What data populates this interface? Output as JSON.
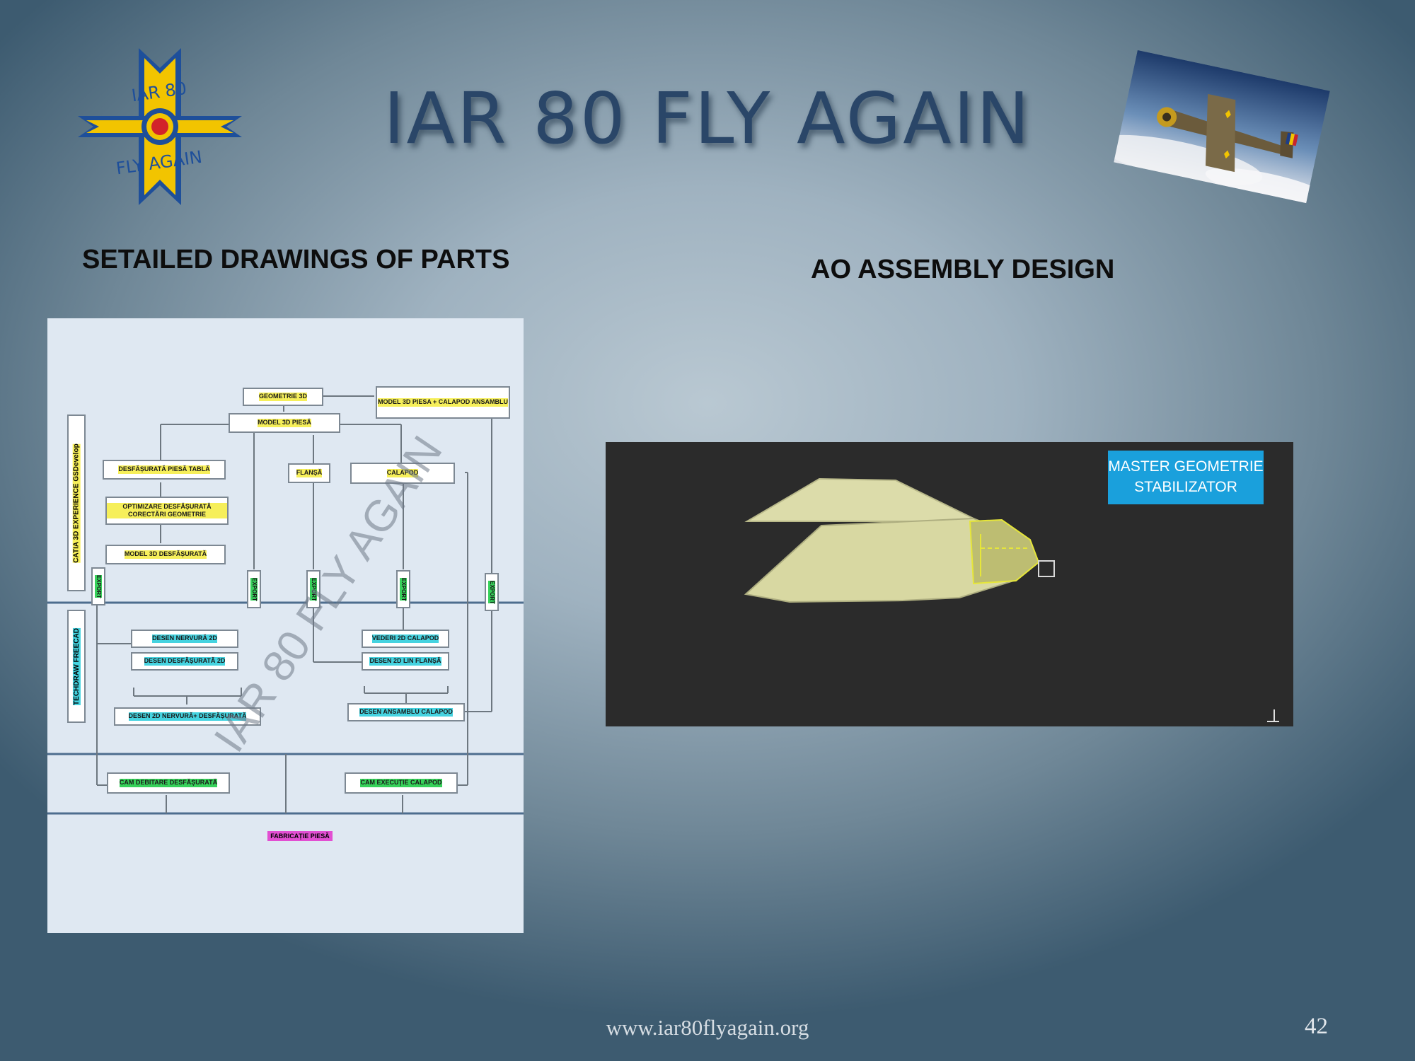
{
  "slide": {
    "title": "IAR 80 FLY AGAIN",
    "left_heading": "SETAILED DRAWINGS OF  PARTS",
    "right_heading": "AO ASSEMBLY DESIGN",
    "footer_url": "www.iar80flyagain.org",
    "page_number": "42"
  },
  "logo": {
    "top_text": "IAR 80",
    "bottom_text": "FLY AGAIN"
  },
  "flowchart": {
    "watermark": "IAR 80 FLY AGAIN",
    "lane_top": "CATIA 3D EXPERIENCE GSDevelop",
    "lane_mid": "TECHDRAW FREECAD",
    "boxes": {
      "geometrie3d": "GEOMETRIE 3D",
      "model3d_calapod": "MODEL 3D PIESA + CALAPOD ANSAMBLU",
      "model3d_piesa": "MODEL 3D PIESĂ",
      "desfasurata_tabla": "DESFĂȘURATĂ PIESĂ TABLĂ",
      "flansa": "FLANȘĂ",
      "calapod": "CALAPOD",
      "optimizare": "OPTIMIZARE DESFĂȘURATĂ CORECTĂRI GEOMETRIE",
      "model_desfasurata": "MODEL 3D DESFĂȘURATĂ",
      "desen_nervura": "DESEN NERVURĂ 2D",
      "desen_desfasurata": "DESEN DESFĂȘURATĂ 2D",
      "desen_nervura_desf": "DESEN 2D NERVURĂ+ DESFĂȘURATĂ",
      "vedere_calapod": "VEDERI 2D CALAPOD",
      "desen_flansa": "DESEN 2D LIN FLANȘĂ",
      "desen_ansamblu": "DESEN ANSAMBLU CALAPOD",
      "cam_debitare": "CAM DEBITARE DESFĂȘURATĂ",
      "cam_executie": "CAM EXECUȚIE CALAPOD",
      "fabricatie": "FABRICAȚIE PIESĂ",
      "export": "EXPORT"
    }
  },
  "render": {
    "label_line1": "MASTER GEOMETRIE",
    "label_line2": "STABILIZATOR",
    "label_color": "#1aa0dc",
    "surface_color": "#d8d8a2"
  },
  "colors": {
    "title": "#2a4668",
    "logo_gold": "#f2c400",
    "logo_blue": "#1e4f9a"
  }
}
